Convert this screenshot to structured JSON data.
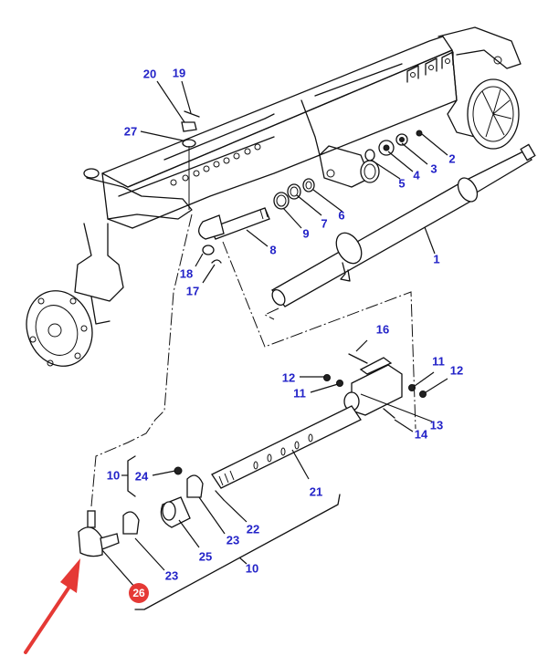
{
  "diagram": {
    "title": "Front axle steering cylinder and tie rod assembly",
    "label_color": "#2323c8",
    "highlight_color": "#e53935",
    "highlight_part": "26",
    "pointer": "red-arrow-pointing-to-part-26",
    "labels": [
      {
        "id": "l1",
        "text": "1"
      },
      {
        "id": "l2",
        "text": "2"
      },
      {
        "id": "l3",
        "text": "3"
      },
      {
        "id": "l4",
        "text": "4"
      },
      {
        "id": "l5",
        "text": "5"
      },
      {
        "id": "l6",
        "text": "6"
      },
      {
        "id": "l7",
        "text": "7"
      },
      {
        "id": "l8",
        "text": "8"
      },
      {
        "id": "l9",
        "text": "9"
      },
      {
        "id": "l10a",
        "text": "10"
      },
      {
        "id": "l10b",
        "text": "10"
      },
      {
        "id": "l11a",
        "text": "11"
      },
      {
        "id": "l11b",
        "text": "11"
      },
      {
        "id": "l12a",
        "text": "12"
      },
      {
        "id": "l12b",
        "text": "12"
      },
      {
        "id": "l13",
        "text": "13"
      },
      {
        "id": "l14",
        "text": "14"
      },
      {
        "id": "l16",
        "text": "16"
      },
      {
        "id": "l17",
        "text": "17"
      },
      {
        "id": "l18",
        "text": "18"
      },
      {
        "id": "l19",
        "text": "19"
      },
      {
        "id": "l20",
        "text": "20"
      },
      {
        "id": "l21",
        "text": "21"
      },
      {
        "id": "l22",
        "text": "22"
      },
      {
        "id": "l23a",
        "text": "23"
      },
      {
        "id": "l23b",
        "text": "23"
      },
      {
        "id": "l24",
        "text": "24"
      },
      {
        "id": "l25",
        "text": "25"
      },
      {
        "id": "l27",
        "text": "27"
      }
    ],
    "badge": {
      "text": "26"
    }
  }
}
